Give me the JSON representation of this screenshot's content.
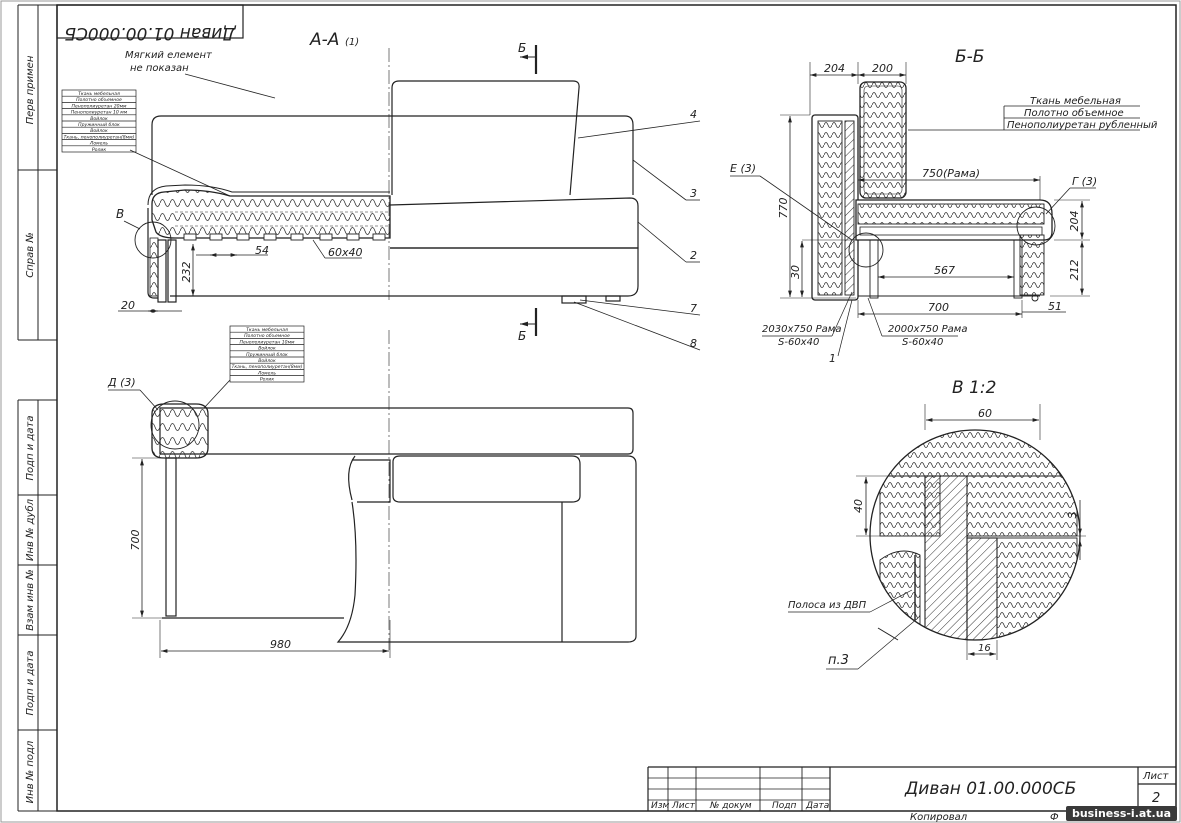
{
  "sheet": {
    "mirrored_title": "Диван 01.00.000СБ",
    "side_labels": [
      "Перв примен",
      "Справ №",
      "Подп и дата",
      "Инв № дубл",
      "Взам инв №",
      "Подп и дата",
      "Инв № подл"
    ]
  },
  "section_aa": {
    "title": "А-А",
    "title_sub": "(1)",
    "note_line1": "Мягкий елемент",
    "note_line2": "не показан",
    "material_list": [
      "Ткань мебельная",
      "Полотно объемное",
      "Пенополиуретан 20мм",
      "Пенополиуретан 10 мм",
      "Войлок",
      "Пружинный блок",
      "Войлок",
      "Ткань, пенополиуретан(8мм)",
      "Ломель",
      "Ролик"
    ],
    "dims": {
      "d232": "232",
      "d54": "54",
      "d60x40": "60x40",
      "d20": "20"
    },
    "callouts": {
      "v": "В",
      "n4": "4",
      "n3": "3",
      "n2": "2",
      "n7": "7",
      "n8": "8"
    },
    "cut_b": "Б"
  },
  "section_bb": {
    "title": "Б-Б",
    "dims": {
      "d204top": "204",
      "d200": "200",
      "d770": "770",
      "d30": "30",
      "d750": "750(Рама)",
      "d567": "567",
      "d700": "700",
      "d51": "51",
      "d204r": "204",
      "d212": "212"
    },
    "legend": [
      "Ткань мебельная",
      "Полотно объемное",
      "Пенополиуретан рубленный"
    ],
    "labels": {
      "e": "Е (3)",
      "g": "Г (3)",
      "frame1a": "2030x750 Рама",
      "frame1b": "S-60x40",
      "frame2a": "2000x750 Рама",
      "frame2b": "S-60x40",
      "n1": "1"
    }
  },
  "plan_view": {
    "material_list": [
      "Ткань мебельная",
      "Полотно объемное",
      "Пенополиуретан 10мм",
      "Войлок",
      "Пружинный блок",
      "Войлок",
      "Ткань, пенополиуретан(8мм)",
      "Ломель",
      "Ролик"
    ],
    "label_d": "Д (3)",
    "dims": {
      "d700": "700",
      "d980": "980"
    }
  },
  "detail_v": {
    "title": "В 1:2",
    "dims": {
      "d60": "60",
      "d40": "40",
      "d3": "3",
      "d16": "16"
    },
    "labels": {
      "strip": "Полоса из ДВП",
      "p3": "п.3"
    }
  },
  "title_block": {
    "name": "Диван 01.00.000СБ",
    "cols": [
      "Изм",
      "Лист",
      "№ докум",
      "Подп",
      "Дата"
    ],
    "sheet_label": "Лист",
    "sheet_no": "2",
    "copied": "Копировал",
    "format": "Ф"
  },
  "watermark": "business-i.at.ua"
}
